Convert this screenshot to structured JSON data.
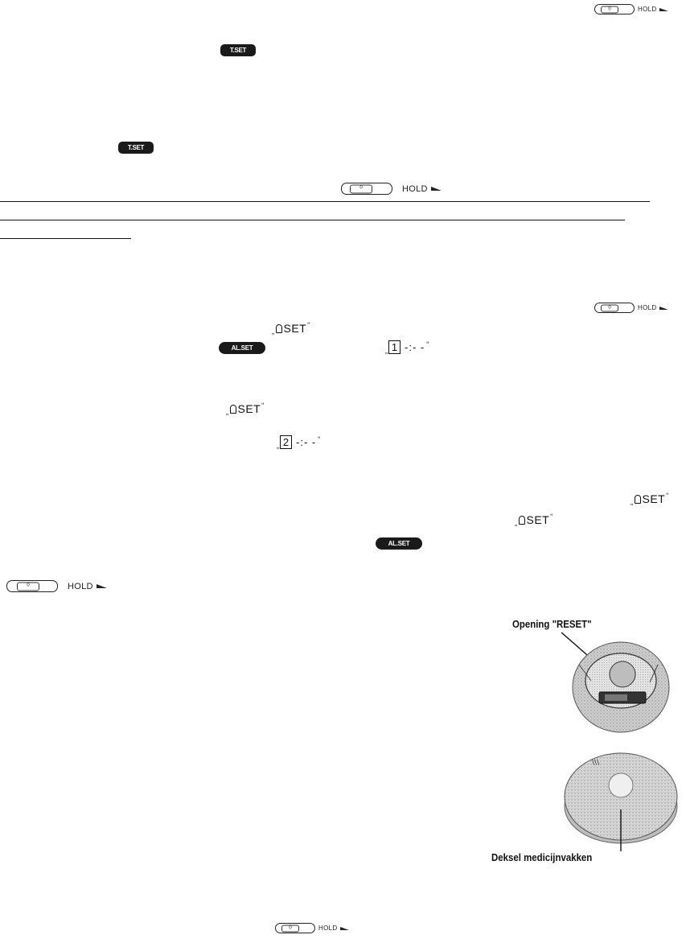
{
  "hold_label": "HOLD",
  "switch_glyph": "0",
  "key_tset": "T.SET",
  "key_alset": "AL.SET",
  "alarm_set_text": "SET",
  "alarm_display_1": {
    "number": "1",
    "value": "-:- -"
  },
  "alarm_display_2": {
    "number": "2",
    "value": "-:- -"
  },
  "figure": {
    "caption_top": "Opening \"RESET\"",
    "caption_bottom": "Deksel medicijnvakken"
  },
  "icons": [
    "hold-switch-icon",
    "bell-icon",
    "arrow-triangle-icon"
  ],
  "colors": {
    "ink": "#111111",
    "key_bg": "#1a1a1a",
    "paper": "#ffffff"
  }
}
